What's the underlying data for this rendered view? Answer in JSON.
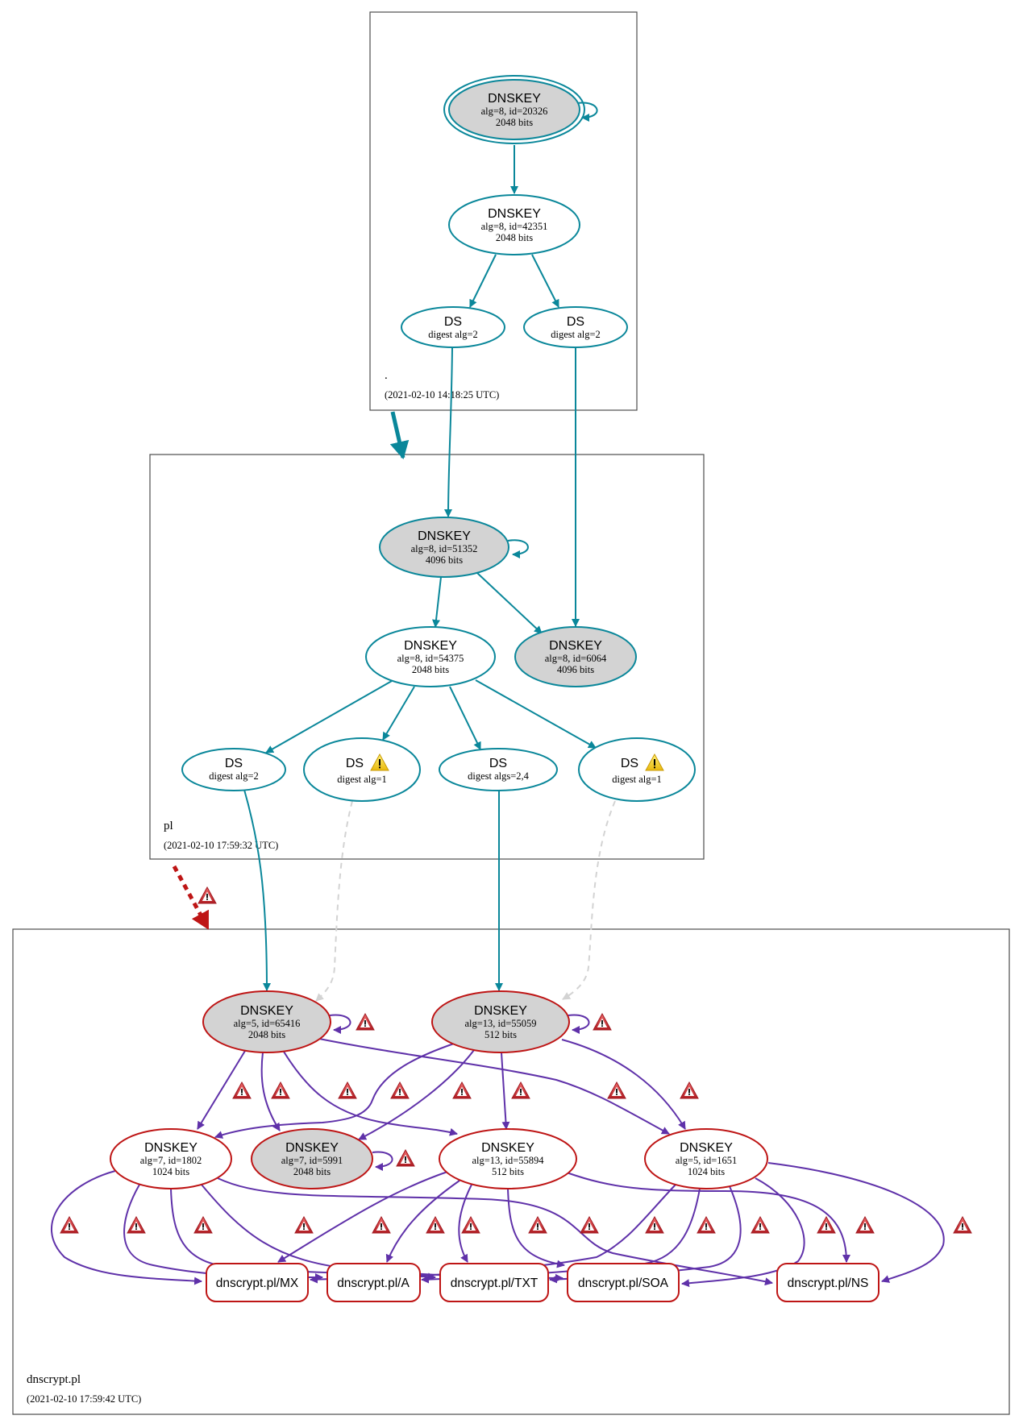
{
  "colors": {
    "secure": "#0a879a",
    "bogus": "#be1515",
    "sig": "#5f31a9",
    "insecure_dashed": "#d3d3d3",
    "ksk_fill": "#d3d3d3",
    "warn_red": "#c0272d",
    "warn_yellow": "#f5d11e"
  },
  "zones": [
    {
      "id": "root",
      "name": ".",
      "timestamp": "(2021-02-10 14:18:25 UTC)",
      "nodes": [
        {
          "id": "root-20326",
          "title": "DNSKEY",
          "line1": "alg=8, id=20326",
          "line2": "2048 bits",
          "fill": "gray",
          "trust_anchor": true
        },
        {
          "id": "root-42351",
          "title": "DNSKEY",
          "line1": "alg=8, id=42351",
          "line2": "2048 bits",
          "fill": "white"
        },
        {
          "id": "root-ds-a",
          "title": "DS",
          "line1": "digest alg=2"
        },
        {
          "id": "root-ds-b",
          "title": "DS",
          "line1": "digest alg=2"
        }
      ]
    },
    {
      "id": "pl",
      "name": "pl",
      "timestamp": "(2021-02-10 17:59:32 UTC)",
      "nodes": [
        {
          "id": "pl-51352",
          "title": "DNSKEY",
          "line1": "alg=8, id=51352",
          "line2": "4096 bits",
          "fill": "gray"
        },
        {
          "id": "pl-54375",
          "title": "DNSKEY",
          "line1": "alg=8, id=54375",
          "line2": "2048 bits",
          "fill": "white"
        },
        {
          "id": "pl-6064",
          "title": "DNSKEY",
          "line1": "alg=8, id=6064",
          "line2": "4096 bits",
          "fill": "gray"
        },
        {
          "id": "pl-ds-1",
          "title": "DS",
          "line1": "digest alg=2",
          "warning": false
        },
        {
          "id": "pl-ds-2",
          "title": "DS",
          "line1": "digest alg=1",
          "warning": true
        },
        {
          "id": "pl-ds-3",
          "title": "DS",
          "line1": "digest algs=2,4",
          "warning": false
        },
        {
          "id": "pl-ds-4",
          "title": "DS",
          "line1": "digest alg=1",
          "warning": true
        }
      ]
    },
    {
      "id": "dnscrypt",
      "name": "dnscrypt.pl",
      "timestamp": "(2021-02-10 17:59:42 UTC)",
      "nodes": [
        {
          "id": "dc-65416",
          "title": "DNSKEY",
          "line1": "alg=5, id=65416",
          "line2": "2048 bits",
          "fill": "gray"
        },
        {
          "id": "dc-55059",
          "title": "DNSKEY",
          "line1": "alg=13, id=55059",
          "line2": "512 bits",
          "fill": "gray"
        },
        {
          "id": "dc-1802",
          "title": "DNSKEY",
          "line1": "alg=7, id=1802",
          "line2": "1024 bits",
          "fill": "white"
        },
        {
          "id": "dc-5991",
          "title": "DNSKEY",
          "line1": "alg=7, id=5991",
          "line2": "2048 bits",
          "fill": "gray"
        },
        {
          "id": "dc-55894",
          "title": "DNSKEY",
          "line1": "alg=13, id=55894",
          "line2": "512 bits",
          "fill": "white"
        },
        {
          "id": "dc-1651",
          "title": "DNSKEY",
          "line1": "alg=5, id=1651",
          "line2": "1024 bits",
          "fill": "white"
        }
      ],
      "rrsets": [
        {
          "id": "rr-mx",
          "label": "dnscrypt.pl/MX"
        },
        {
          "id": "rr-a",
          "label": "dnscrypt.pl/A"
        },
        {
          "id": "rr-txt",
          "label": "dnscrypt.pl/TXT"
        },
        {
          "id": "rr-soa",
          "label": "dnscrypt.pl/SOA"
        },
        {
          "id": "rr-ns",
          "label": "dnscrypt.pl/NS"
        }
      ]
    }
  ],
  "delegations": [
    {
      "from": "root",
      "to": "pl",
      "status": "secure"
    },
    {
      "from": "pl",
      "to": "dnscrypt",
      "status": "bogus",
      "warning": true
    }
  ]
}
